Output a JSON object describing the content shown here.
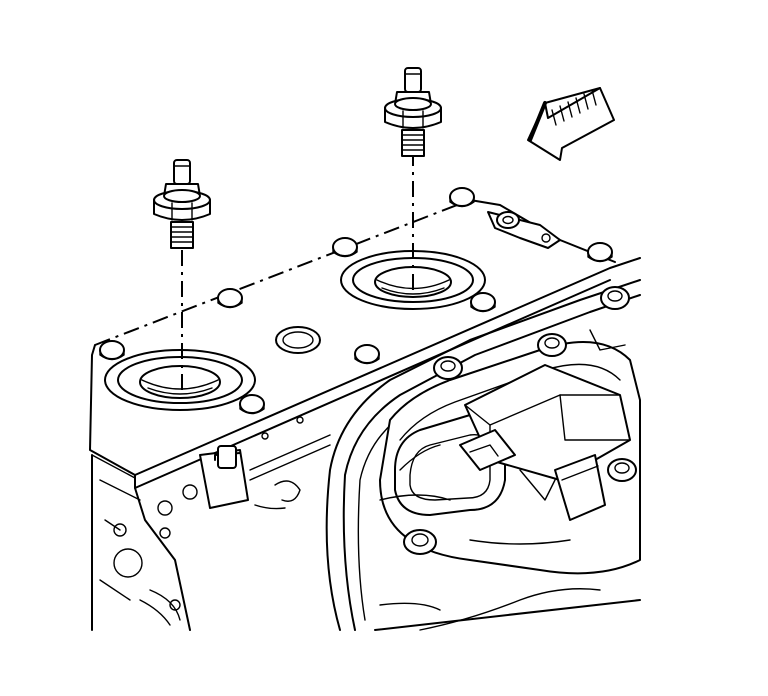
{
  "figure": {
    "line_color": "#000000",
    "background_color": "#ffffff",
    "parts": [
      {
        "name": "knock-sensor",
        "count": 2
      },
      {
        "name": "sensor-mounting-bore",
        "count": 2
      },
      {
        "name": "direction-arrow",
        "count": 1
      },
      {
        "name": "engine-block-valley",
        "count": 1
      },
      {
        "name": "cylinder-head",
        "count": 1
      },
      {
        "name": "intake-runner",
        "count": 1
      }
    ]
  }
}
